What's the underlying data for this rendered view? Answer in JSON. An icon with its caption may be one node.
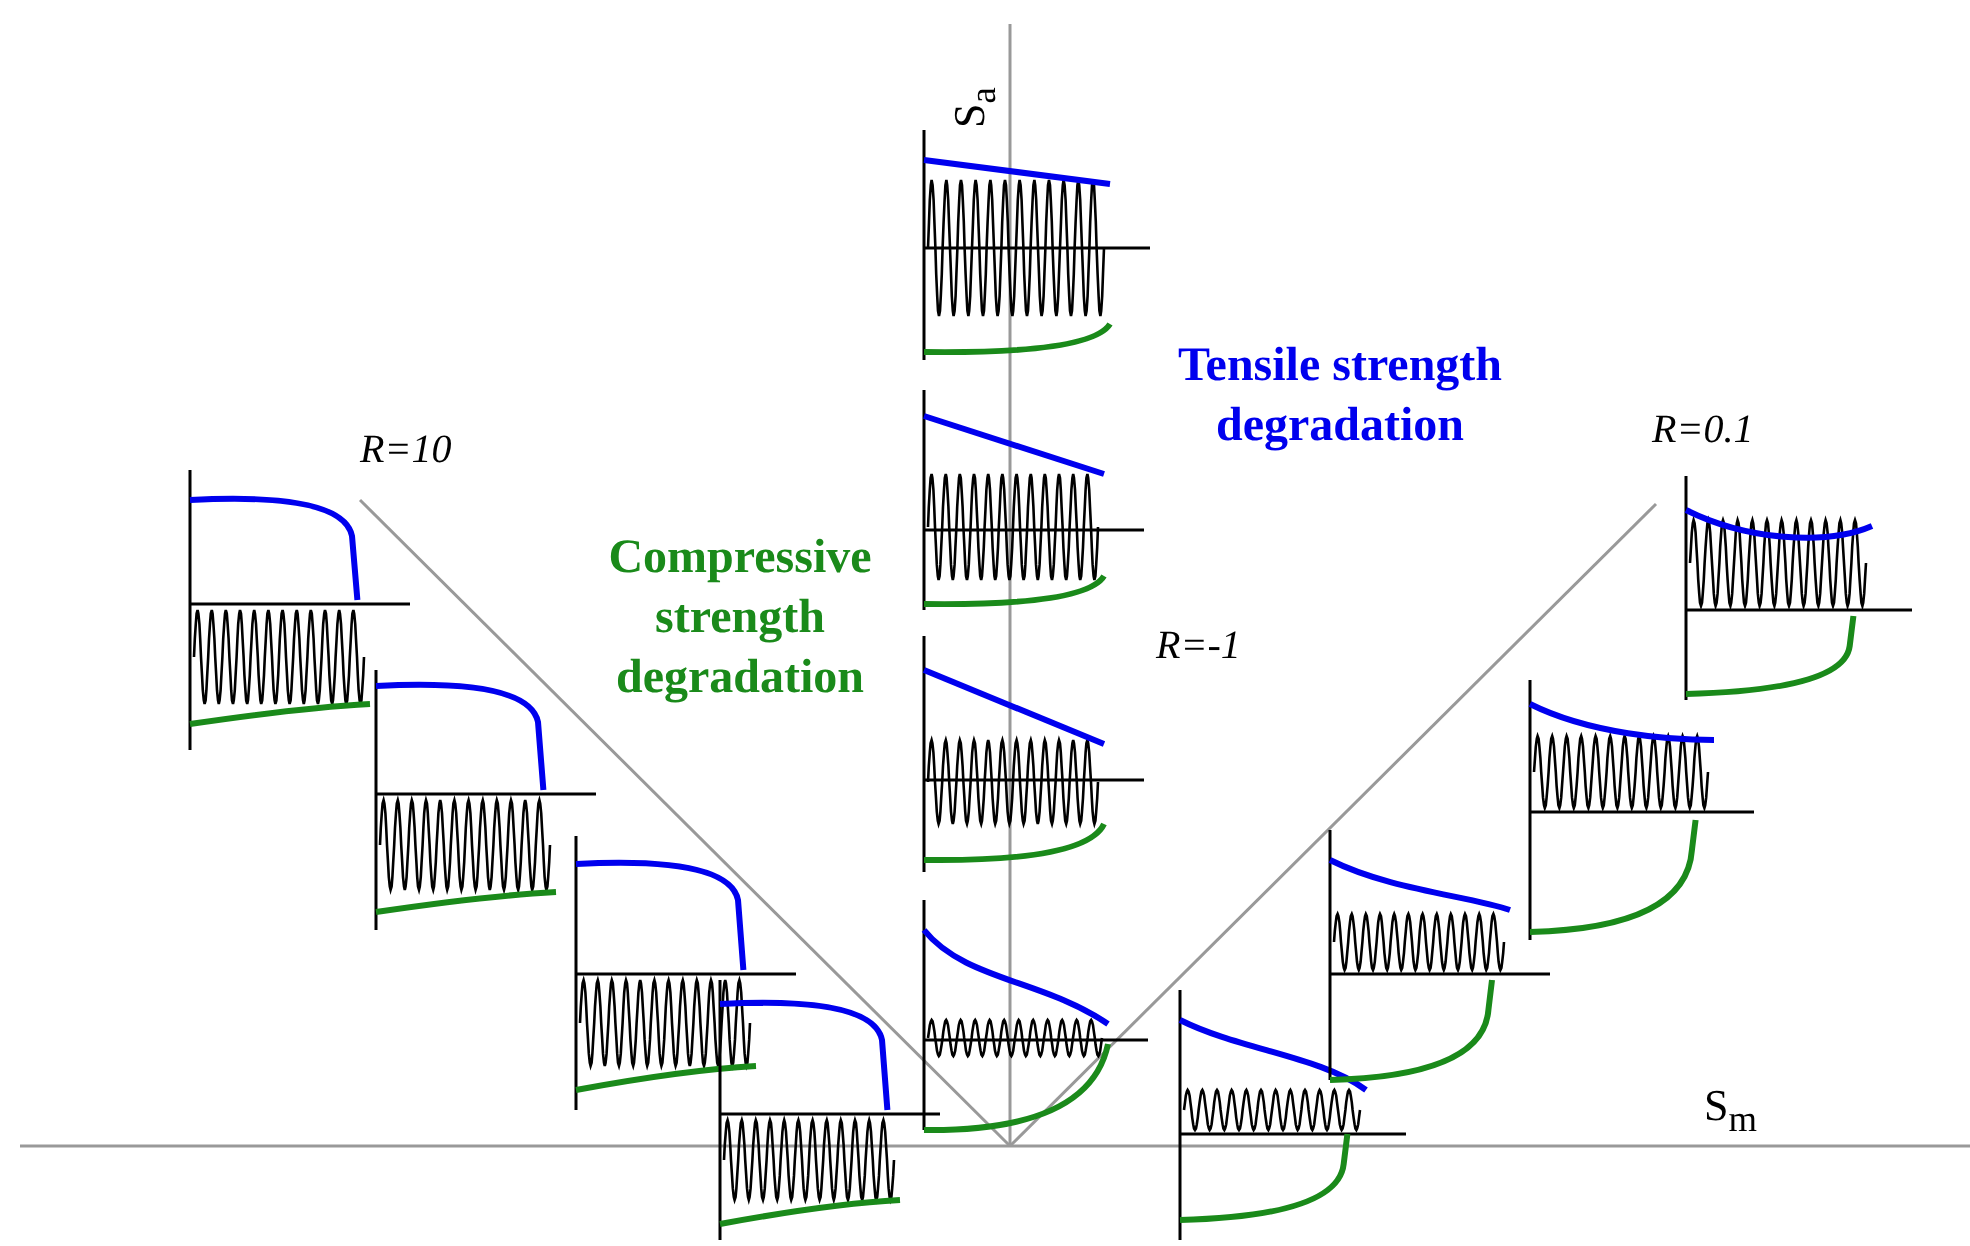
{
  "diagram": {
    "labels": [
      "S$_{a}$",
      "Tensile strength degradation",
      "R=10",
      "R=0.1",
      "Compressive strength degradation",
      "R=-1",
      "S$_{m}$"
    ]
  }
}
